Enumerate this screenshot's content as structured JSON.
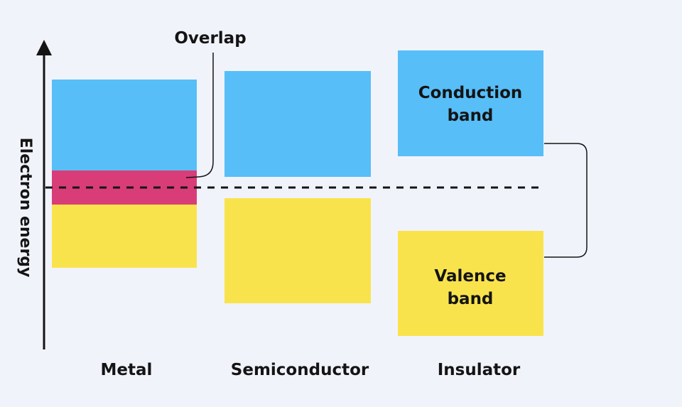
{
  "annotation": {
    "overlap": "Overlap"
  },
  "axis": {
    "y_label": "Electron energy"
  },
  "bands": {
    "conduction_label_line1": "Conduction",
    "conduction_label_line2": "band",
    "valence_label_line1": "Valence",
    "valence_label_line2": "band"
  },
  "categories": {
    "metal": "Metal",
    "semiconductor": "Semiconductor",
    "insulator": "Insulator"
  },
  "colors": {
    "conduction": "#57bef7",
    "valence": "#f9e34d",
    "overlap": "#d93d78",
    "line": "#141414",
    "background": "#f1f3fb"
  }
}
